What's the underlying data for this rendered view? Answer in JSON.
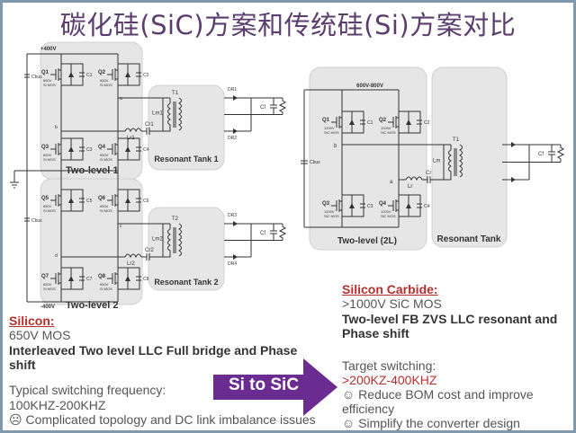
{
  "title": "碳化硅(SiC)方案和传统硅(Si)方案对比",
  "colors": {
    "title": "#5b3d6e",
    "heading": "#b5302c",
    "arrow": "#6a2c91",
    "box": "#e6e6e6"
  },
  "left_circuit": {
    "vplus": "+400V",
    "vminus": "-400V",
    "cbus": "Cbus",
    "block1": "Two-level  1",
    "block2": "Two-level  2",
    "tank1": "Resonant Tank 1",
    "tank2": "Resonant Tank 2",
    "switches": [
      {
        "q": "Q1",
        "c": "C1",
        "r1": "650V",
        "r2": "Si MOS"
      },
      {
        "q": "Q2",
        "c": "C2",
        "r1": "650V",
        "r2": "Si MOS"
      },
      {
        "q": "Q3",
        "c": "C3",
        "r1": "650V",
        "r2": "Si MOS"
      },
      {
        "q": "Q4",
        "c": "C4",
        "r1": "650V",
        "r2": "Si MOS"
      },
      {
        "q": "Q5",
        "c": "C5",
        "r1": "650V",
        "r2": "Si MOS"
      },
      {
        "q": "Q6",
        "c": "C6",
        "r1": "650V",
        "r2": "Si MOS"
      },
      {
        "q": "Q7",
        "c": "C7",
        "r1": "650V",
        "r2": "Si MOS"
      },
      {
        "q": "Q8",
        "c": "C8",
        "r1": "650V",
        "r2": "Si MOS"
      }
    ],
    "nodes": [
      "a",
      "b",
      "c",
      "d"
    ],
    "tank_parts1": {
      "lr": "Lr1",
      "cr": "Cr1",
      "lm": "Lm1",
      "t": "T1"
    },
    "tank_parts2": {
      "lr": "Lr2",
      "cr": "Cr2",
      "lm": "Lm2",
      "t": "T2"
    },
    "diodes": [
      "DR1",
      "DR2",
      "DR3",
      "DR4"
    ],
    "cf": "Cf"
  },
  "right_circuit": {
    "voltage": "600V-800V",
    "cbus": "Cbus",
    "block": "Two-level (2L)",
    "tank": "Resonant Tank",
    "switches": [
      {
        "q": "Q1",
        "c": "C1",
        "r1": "1200V",
        "r2": "SiC MOS"
      },
      {
        "q": "Q2",
        "c": "C2",
        "r1": "1200V",
        "r2": "SiC MOS"
      },
      {
        "q": "Q3",
        "c": "C3",
        "r1": "1200V",
        "r2": "SiC MOS"
      },
      {
        "q": "Q4",
        "c": "C4",
        "r1": "1200V",
        "r2": "SiC MOS"
      }
    ],
    "nodes": [
      "a",
      "b"
    ],
    "tank_parts": {
      "lr": "Lr",
      "cr": "Cr",
      "lm": "Lm",
      "t": "T1"
    },
    "cf": "Cf"
  },
  "silicon": {
    "heading": "Silicon:",
    "device": "650V MOS",
    "topology1": "Interleaved Two level LLC Full bridge and Phase",
    "topology2": "shift",
    "freq_label": "Typical switching frequency:",
    "freq_value": "100KHZ-200KHZ",
    "con": "☹ Complicated topology and DC link imbalance issues"
  },
  "arrow_label": "Si to SiC",
  "sic": {
    "heading": "Silicon Carbide:",
    "device": ">1000V SiC MOS",
    "topology1": "Two-level FB ZVS LLC resonant  and",
    "topology2": "Phase shift",
    "freq_label": "Target switching:",
    "freq_value": ">200KZ-400KHZ",
    "pro1a": "☺ Reduce BOM cost and improve",
    "pro1b": "efficiency",
    "pro2": "☺ Simplify the converter design"
  }
}
